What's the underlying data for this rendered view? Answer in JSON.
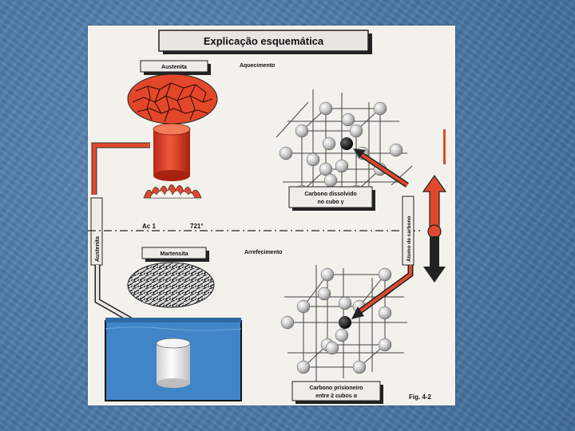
{
  "diagram": {
    "title": "Explicação esquemática",
    "austenite_label": "Austenita",
    "heating_label": "Aquecimento",
    "ac1_label": "Ac 1",
    "temperature_label": "721°",
    "martensite_label": "Martensita",
    "cooling_label": "Arrefecimento",
    "austenite_arrow_label": "Austenita",
    "carbon_atom_label": "Átomo de carbono",
    "carbon_dissolved_line1": "Carbono dissolvido",
    "carbon_dissolved_line2": "no cubo γ",
    "carbon_trapped_line1": "Carbono prisioneiro",
    "carbon_trapped_line2": "entre 2 cubos α",
    "figure_label": "Fig. 4-2"
  },
  "colors": {
    "background": "#4a77a6",
    "accent_red": "#e0492d",
    "water_blue": "#3f85c8"
  }
}
